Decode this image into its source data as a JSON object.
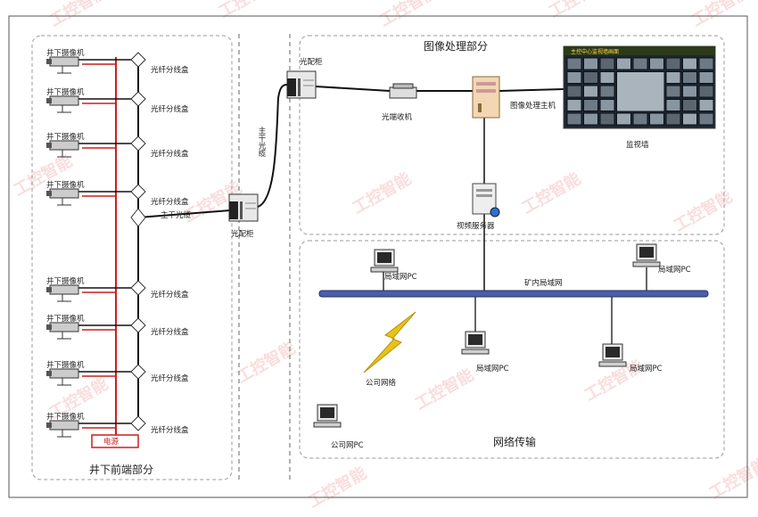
{
  "regions": {
    "underground": "井下前端部分",
    "image_processing": "图像处理部分",
    "network": "网络传输"
  },
  "camera_label": "井下摄像机",
  "splitter_label": "光纤分线盒",
  "trunk_label_left": "主干光缆",
  "trunk_label_vertical": "主干光缆",
  "fiber_cabinet_lower": "光配柜",
  "fiber_cabinet_upper": "光配柜",
  "optical_receiver": "光端收机",
  "image_host": "图像处理主机",
  "video_wall": "监视墙",
  "wall_header": "主控中心监视墙画面",
  "video_server": "视频服务器",
  "lan_bus": "矿内局域网",
  "lan_pc": "局域网PC",
  "company_network": "公司网络",
  "company_pc": "公司网PC",
  "power_box": "电源",
  "watermark": "工控智能",
  "colors": {
    "fiber": "#111111",
    "power": "#cc1f1f",
    "bus": "#4a5fa8",
    "lightning": "#e8c21a"
  }
}
